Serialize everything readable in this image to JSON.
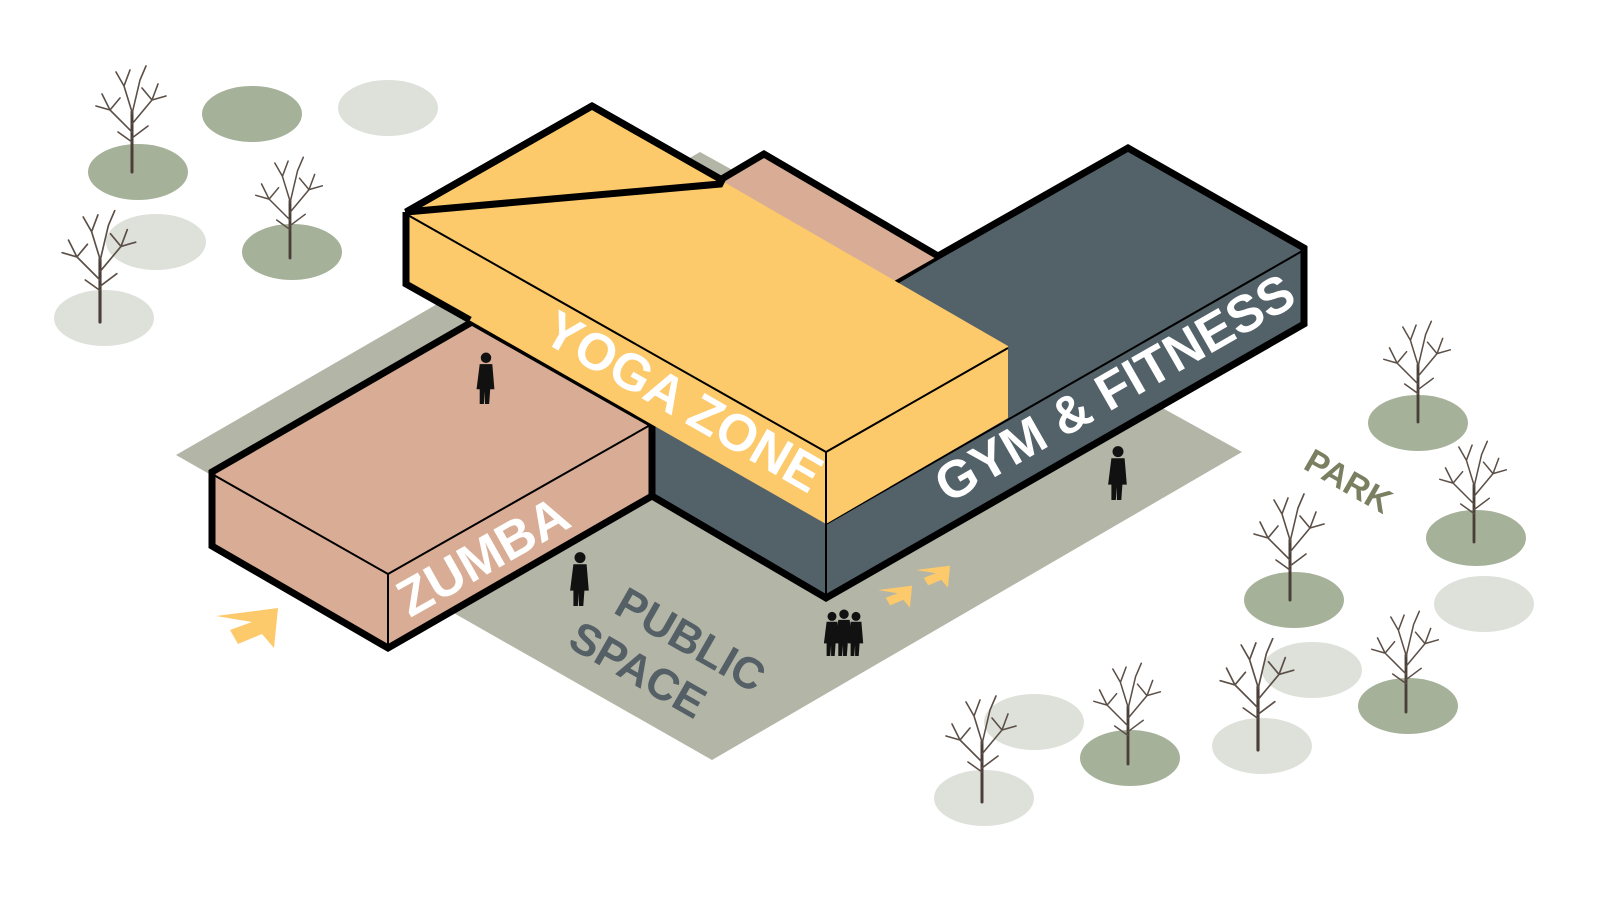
{
  "diagram": {
    "labels": {
      "zumba": "ZUMBA",
      "yoga_zone": "YOGA ZONE",
      "gym_fitness": "GYM & FITNESS",
      "park": "PARK",
      "public_line1": "PUBLIC",
      "public_line2": "SPACE"
    },
    "colors": {
      "zumba_block": "#d9ad95",
      "yoga_block": "#fcc96b",
      "gym_block": "#536169",
      "public_ground": "#b3b5a7",
      "green_circle": "#a6b19a",
      "light_circle": "#dde1d9",
      "arrow": "#fcc96b",
      "text_dark": "#546066",
      "park_text": "#7b7f61"
    },
    "icons": [
      "tree-icon",
      "person-icon",
      "entrance-arrow-icon"
    ]
  }
}
